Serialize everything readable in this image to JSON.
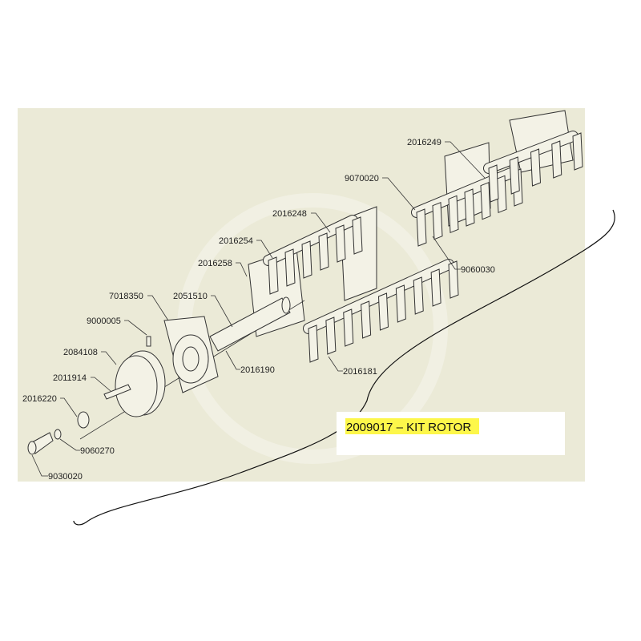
{
  "diagram": {
    "colors": {
      "panel": "#ebead7",
      "highlight": "#fdf74a",
      "ink": "#333333"
    },
    "kit_label": "2009017 – KIT ROTOR",
    "parts": {
      "p2016249": "2016249",
      "p9070020": "9070020",
      "p2016248": "2016248",
      "p2016254": "2016254",
      "p2016258": "2016258",
      "p7018350": "7018350",
      "p2051510": "2051510",
      "p9000005": "9000005",
      "p2084108": "2084108",
      "p2011914": "2011914",
      "p2016220": "2016220",
      "p9060270": "9060270",
      "p9030020": "9030020",
      "p2016190": "2016190",
      "p2016181": "2016181",
      "p9060030": "9060030"
    }
  }
}
